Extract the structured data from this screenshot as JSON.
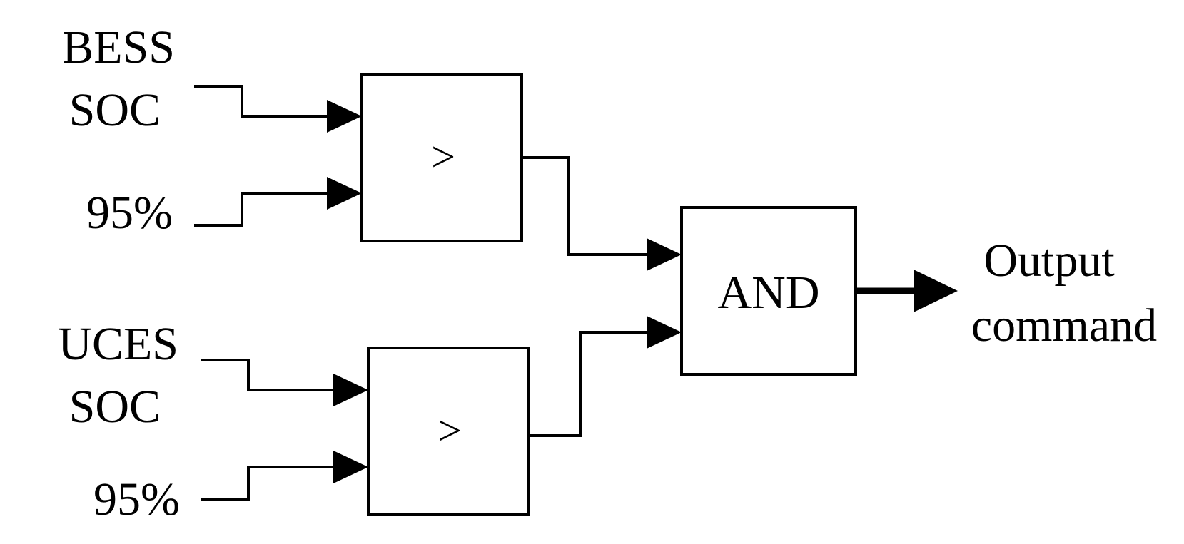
{
  "inputs": {
    "bess_line1": "BESS",
    "bess_line2": "SOC",
    "bess_threshold": "95%",
    "uces_line1": "UCES",
    "uces_line2": "SOC",
    "uces_threshold": "95%"
  },
  "blocks": {
    "comparator_top": ">",
    "comparator_bottom": ">",
    "and_gate": "AND"
  },
  "output": {
    "line1": "Output",
    "line2": "command"
  }
}
